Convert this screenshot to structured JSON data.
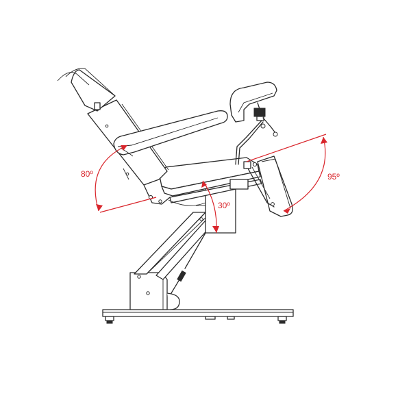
{
  "colors": {
    "line": "#2a2a2a",
    "annotation": "#d9262c",
    "background": "#ffffff"
  },
  "angles": {
    "backrest": "80º",
    "seat": "30º",
    "legrest": "95º"
  }
}
